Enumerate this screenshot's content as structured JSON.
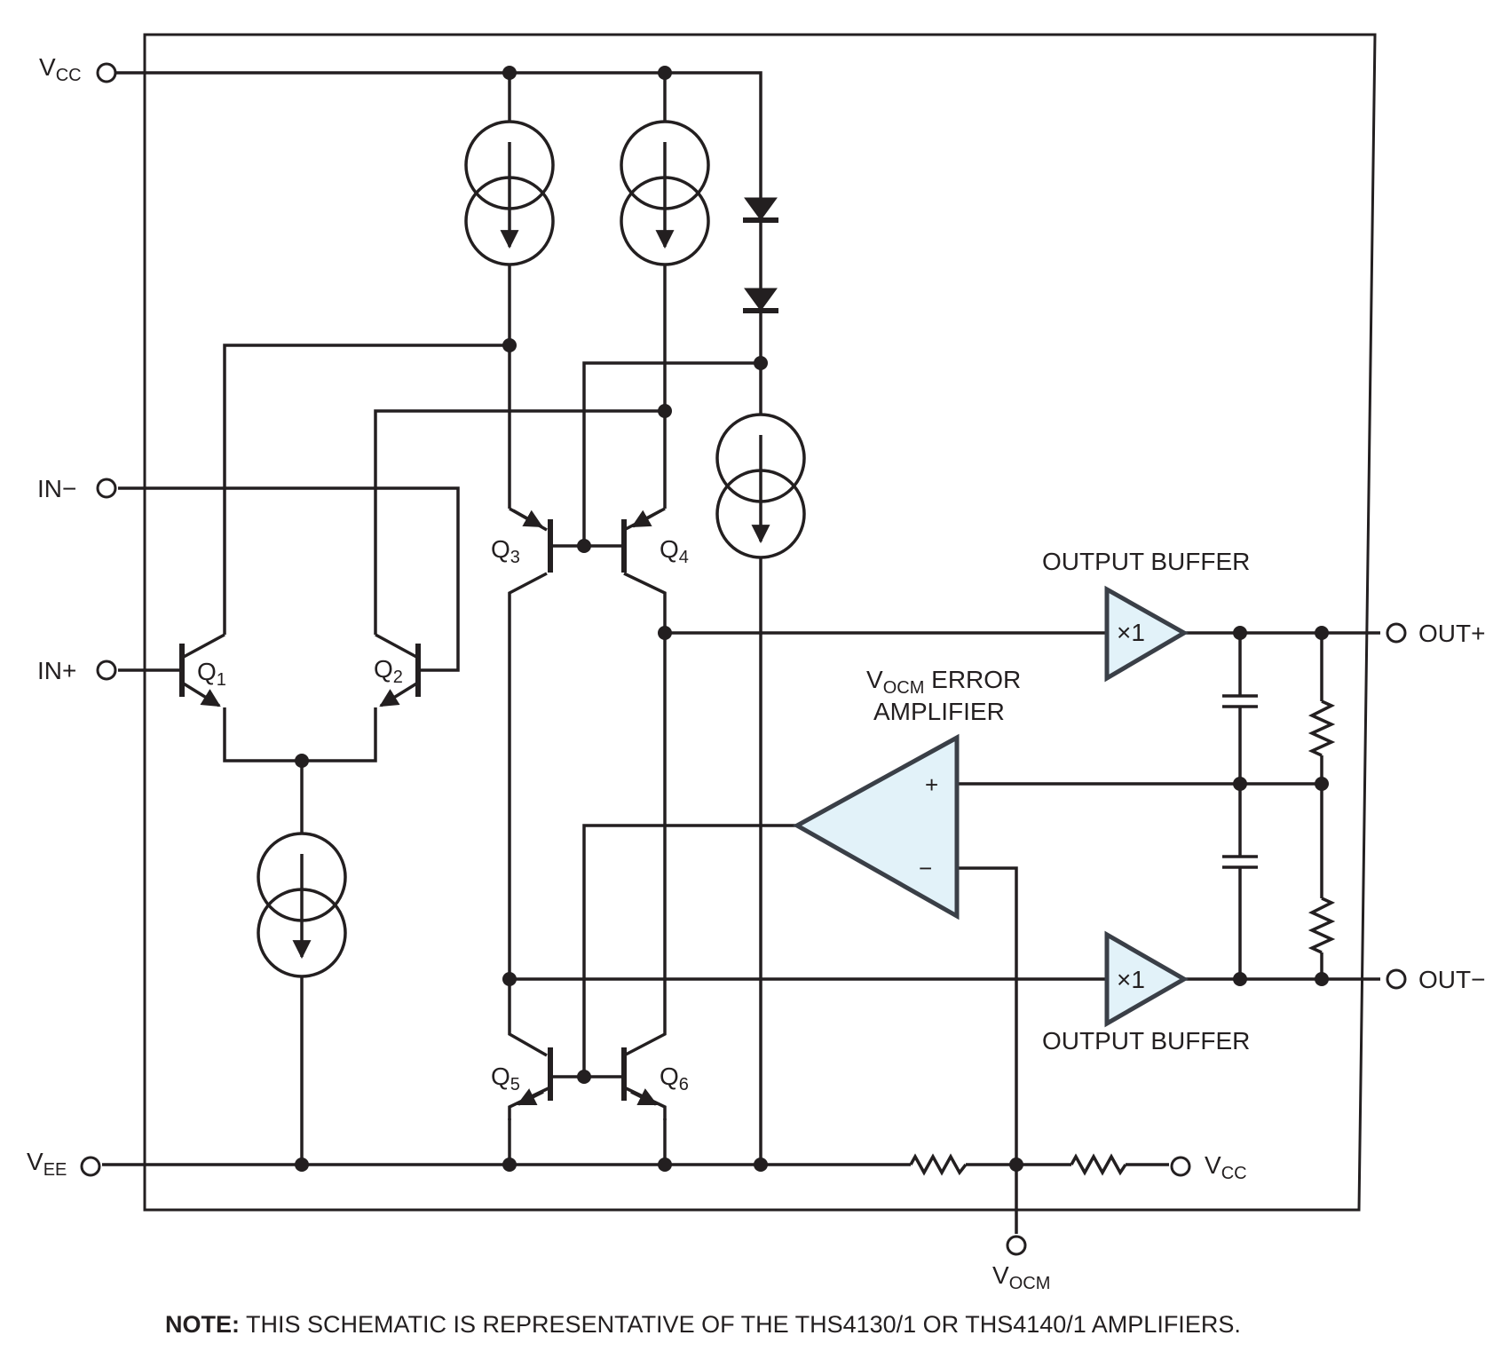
{
  "terminals": {
    "vcc_left": {
      "main": "V",
      "sub": "CC"
    },
    "in_minus": "IN−",
    "in_plus": "IN+",
    "vee": {
      "main": "V",
      "sub": "EE"
    },
    "out_plus": "OUT+",
    "out_minus": "OUT−",
    "vcc_right": {
      "main": "V",
      "sub": "CC"
    },
    "vocm": {
      "main": "V",
      "sub": "OCM"
    }
  },
  "transistors": {
    "q1": {
      "main": "Q",
      "sub": "1"
    },
    "q2": {
      "main": "Q",
      "sub": "2"
    },
    "q3": {
      "main": "Q",
      "sub": "3"
    },
    "q4": {
      "main": "Q",
      "sub": "4"
    },
    "q5": {
      "main": "Q",
      "sub": "5"
    },
    "q6": {
      "main": "Q",
      "sub": "6"
    }
  },
  "buffers": {
    "top_label": "OUTPUT BUFFER",
    "bottom_label": "OUTPUT BUFFER",
    "gain": "×1"
  },
  "error_amp": {
    "title_main": "V",
    "title_sub": "OCM",
    "title_rest": " ERROR",
    "title_line2": "AMPLIFIER",
    "plus": "+",
    "minus": "−"
  },
  "note": {
    "bold": "NOTE:",
    "text": " THIS SCHEMATIC IS REPRESENTATIVE OF THE THS4130/1 OR THS4140/1 AMPLIFIERS."
  }
}
